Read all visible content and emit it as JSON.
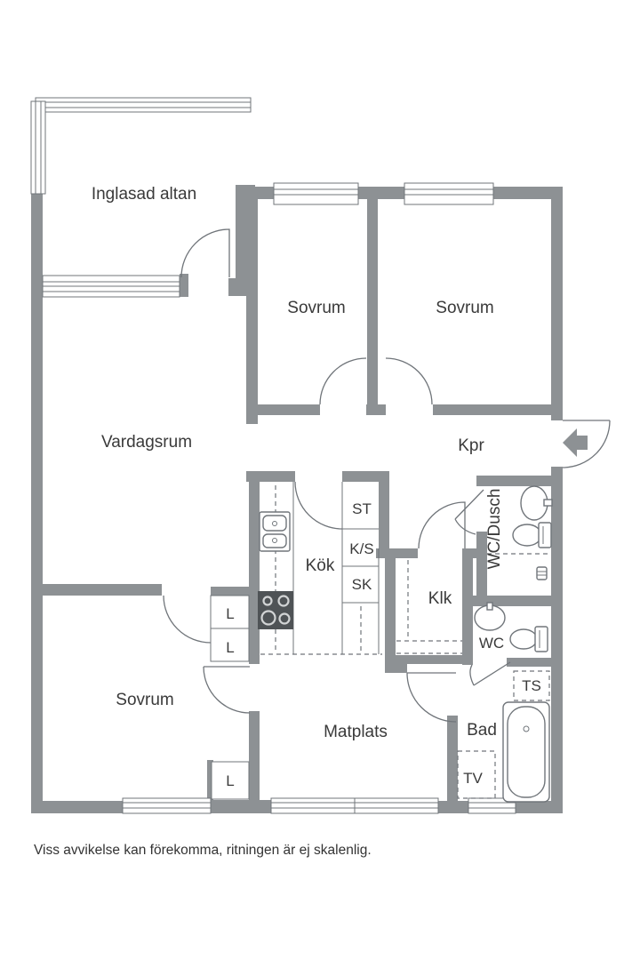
{
  "plan": {
    "rooms": {
      "inglasad_altan": "Inglasad altan",
      "sovrum_top_left": "Sovrum",
      "sovrum_top_right": "Sovrum",
      "vardagsrum": "Vardagsrum",
      "kpr": "Kpr",
      "kok": "Kök",
      "klk": "Klk",
      "wc_dusch": "WC/Dusch",
      "wc": "WC",
      "bad": "Bad",
      "matplats": "Matplats",
      "sovrum_bottom": "Sovrum"
    },
    "closets": {
      "st": "ST",
      "ks": "K/S",
      "sk": "SK",
      "l1": "L",
      "l2": "L",
      "l3": "L",
      "ts": "TS",
      "tv": "TV"
    },
    "icons": {
      "entrance": "entrance-arrow",
      "bathtub": "bathtub",
      "toilet": "toilet",
      "sink": "sink",
      "stove": "stove",
      "floor_drain": "floor-drain",
      "door": "door-swing-arc",
      "window": "window"
    },
    "colors": {
      "wall": "#8d9194",
      "line": "#70757a",
      "text": "#3a3a3a",
      "stove": "#4f5356",
      "window_fill": "#ffffff"
    },
    "footer": {
      "disclaimer": "Viss avvikelse kan förekomma, ritningen är ej skalenlig."
    }
  }
}
